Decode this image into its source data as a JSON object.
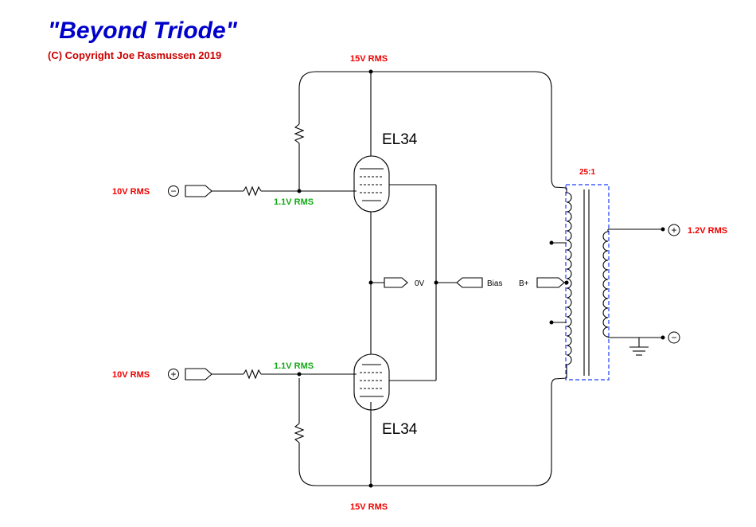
{
  "header": {
    "title": "\"Beyond Triode\"",
    "copyright": "(C) Copyright Joe Rasmussen 2019"
  },
  "labels": {
    "supply_top": "15V RMS",
    "supply_bottom": "15V RMS",
    "input_minus": "10V RMS",
    "input_plus": "10V RMS",
    "grid_top": "1.1V RMS",
    "grid_bottom": "1.1V RMS",
    "output": "1.2V RMS",
    "ratio": "25:1",
    "zero_volt": "0V",
    "bias": "Bias",
    "b_plus": "B+"
  },
  "tubes": {
    "top": "EL34",
    "bottom": "EL34"
  },
  "symbols": {
    "minus": "−",
    "plus": "+"
  },
  "colors": {
    "title": "#0000cc",
    "voltage_label": "#ee0000",
    "grid_label": "#11aa11",
    "transformer_frame": "#1a3cff",
    "wire": "#000000"
  }
}
